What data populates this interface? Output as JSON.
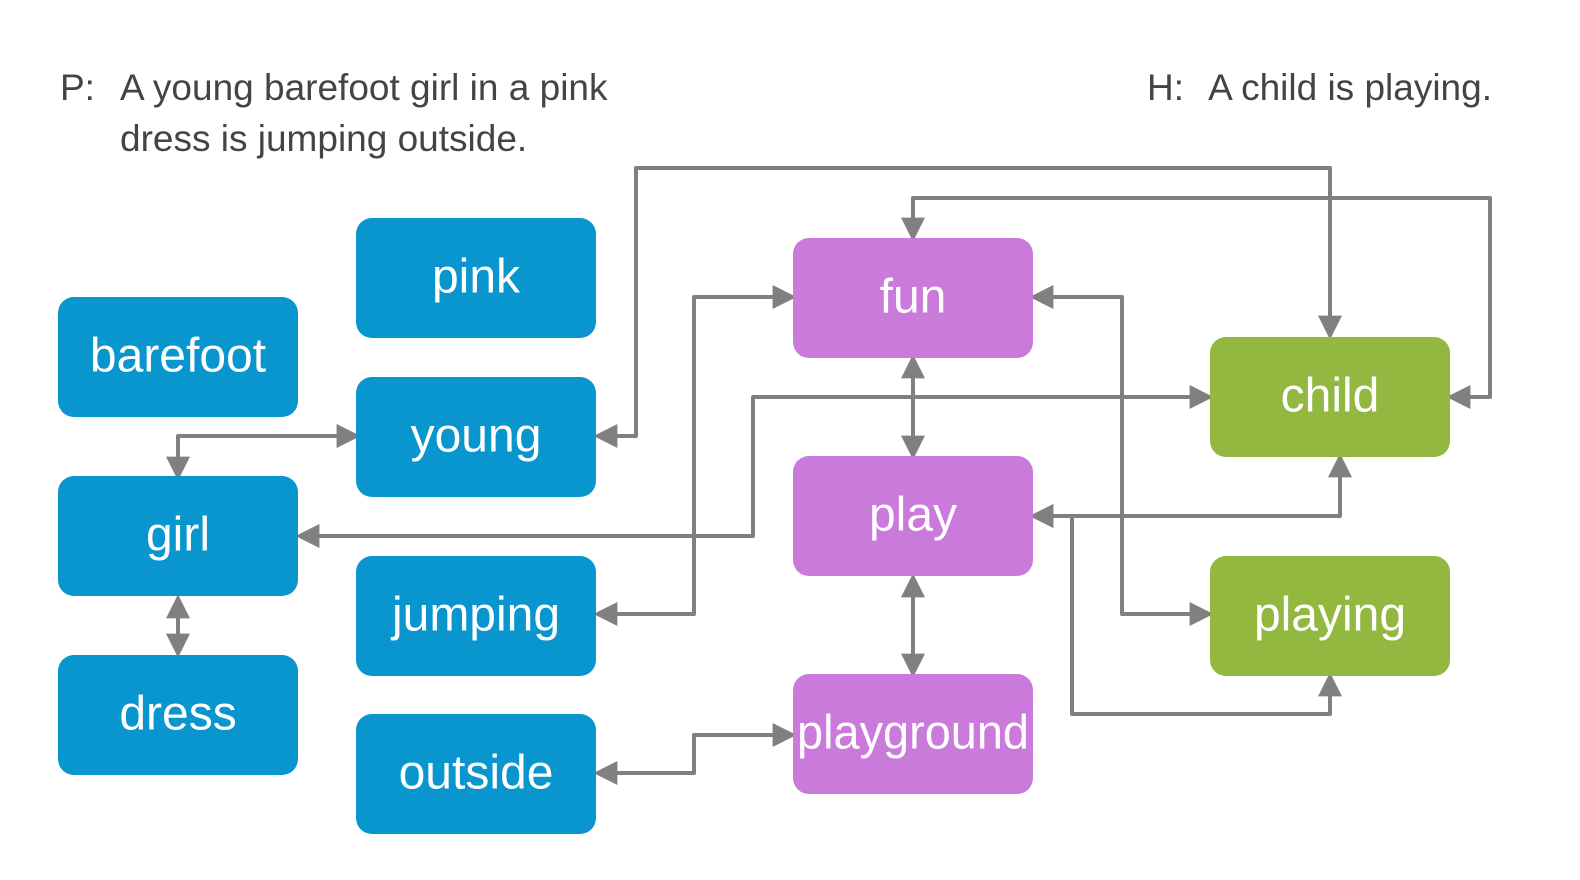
{
  "premise": {
    "label": "P:",
    "text": "A young barefoot girl in a pink dress is jumping outside."
  },
  "hypothesis": {
    "label": "H:",
    "text": "A child is playing."
  },
  "colors": {
    "premise_node": "#0996cf",
    "concept_node": "#c97adb",
    "hypothesis_node": "#92b83f",
    "edge": "#808080"
  },
  "nodes": [
    {
      "id": "barefoot",
      "label": "barefoot",
      "group": "premise"
    },
    {
      "id": "girl",
      "label": "girl",
      "group": "premise"
    },
    {
      "id": "dress",
      "label": "dress",
      "group": "premise"
    },
    {
      "id": "pink",
      "label": "pink",
      "group": "premise"
    },
    {
      "id": "young",
      "label": "young",
      "group": "premise"
    },
    {
      "id": "jumping",
      "label": "jumping",
      "group": "premise"
    },
    {
      "id": "outside",
      "label": "outside",
      "group": "premise"
    },
    {
      "id": "fun",
      "label": "fun",
      "group": "concept"
    },
    {
      "id": "play",
      "label": "play",
      "group": "concept"
    },
    {
      "id": "playground",
      "label": "playground",
      "group": "concept"
    },
    {
      "id": "child",
      "label": "child",
      "group": "hypothesis"
    },
    {
      "id": "playing",
      "label": "playing",
      "group": "hypothesis"
    }
  ],
  "edges": [
    {
      "source": "girl",
      "target": "young",
      "directed": "both"
    },
    {
      "source": "girl",
      "target": "dress",
      "directed": "both"
    },
    {
      "source": "young",
      "target": "child",
      "directed": "both"
    },
    {
      "source": "girl",
      "target": "child",
      "directed": "both"
    },
    {
      "source": "jumping",
      "target": "fun",
      "directed": "both"
    },
    {
      "source": "outside",
      "target": "playground",
      "directed": "both"
    },
    {
      "source": "fun",
      "target": "play",
      "directed": "both"
    },
    {
      "source": "play",
      "target": "playground",
      "directed": "both"
    },
    {
      "source": "fun",
      "target": "child",
      "directed": "both"
    },
    {
      "source": "fun",
      "target": "playing",
      "directed": "both"
    },
    {
      "source": "play",
      "target": "child",
      "directed": "both"
    },
    {
      "source": "play",
      "target": "playing",
      "directed": "both"
    }
  ]
}
